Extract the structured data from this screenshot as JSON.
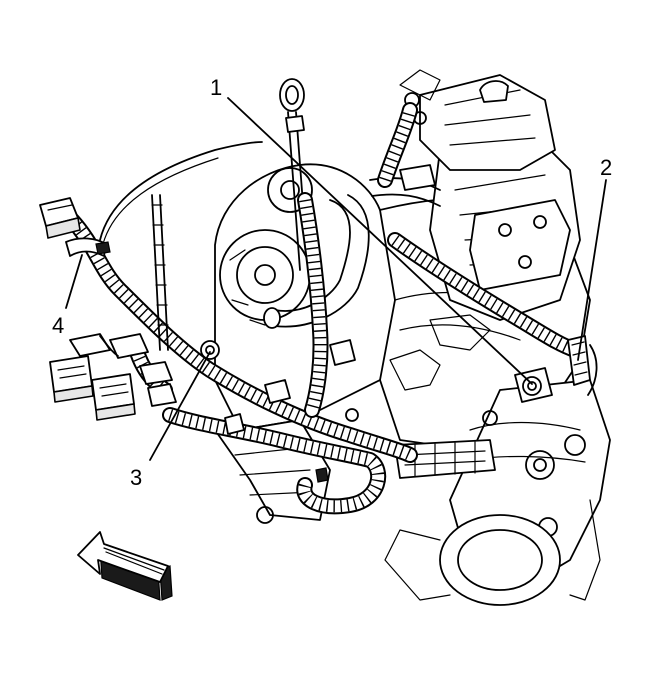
{
  "callouts": [
    {
      "label": "1"
    },
    {
      "label": "2"
    },
    {
      "label": "3"
    },
    {
      "label": "4"
    }
  ],
  "icons": {
    "direction_arrow": "front-direction-arrow-icon"
  },
  "colors": {
    "ink": "#000000",
    "paper": "#ffffff"
  }
}
